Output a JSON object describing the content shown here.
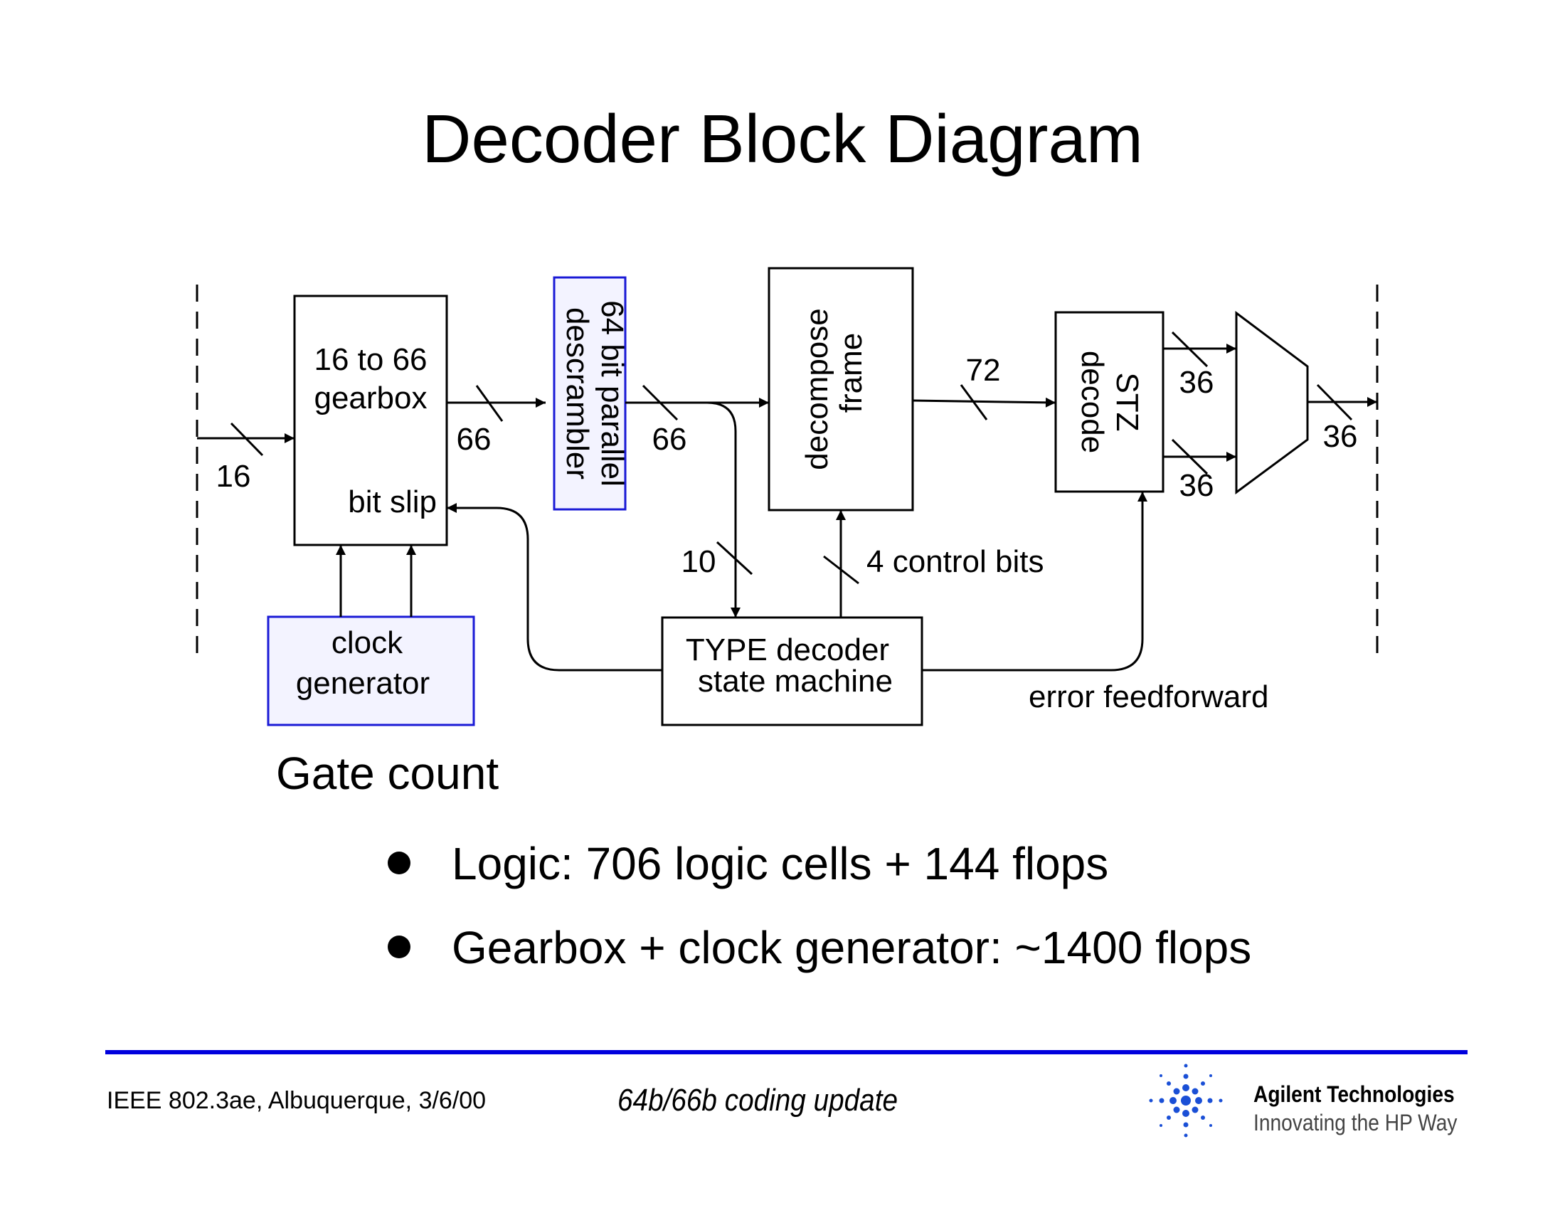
{
  "title": "Decoder Block Diagram",
  "diagram": {
    "blocks": {
      "gearbox": {
        "line1": "16 to 66",
        "line2": "gearbox",
        "port": "bit slip"
      },
      "descrambler": {
        "line1": "64 bit parallel",
        "line2": "descrambler"
      },
      "decompose": {
        "line1": "decompose",
        "line2": "frame"
      },
      "stz": {
        "line1": "STZ",
        "line2": "decode"
      },
      "clock": {
        "line1": "clock",
        "line2": "generator"
      },
      "type_decoder": {
        "line1": "TYPE decoder",
        "line2": "state machine"
      }
    },
    "buses": {
      "input": "16",
      "gearbox_out": "66",
      "descrambler_out": "66",
      "decompose_out": "72",
      "stz_out_top": "36",
      "stz_out_bottom": "36",
      "mux_out": "36",
      "type_in": "10"
    },
    "labels": {
      "control": "4 control bits",
      "error": "error feedforward"
    },
    "colors": {
      "highlight_border": "#1a1ad6",
      "highlight_fill": "#f3f3ff"
    }
  },
  "gate_count": {
    "heading": "Gate count",
    "bullets": [
      "Logic: 706 logic cells + 144 flops",
      "Gearbox + clock generator: ~1400 flops"
    ]
  },
  "footer": {
    "left": "IEEE 802.3ae, Albuquerque, 3/6/00",
    "center": "64b/66b coding update",
    "brand_name": "Agilent Technologies",
    "brand_tagline": "Innovating the HP Way",
    "logo_icon": "agilent-spark-icon",
    "rule_color": "#0000dd"
  }
}
